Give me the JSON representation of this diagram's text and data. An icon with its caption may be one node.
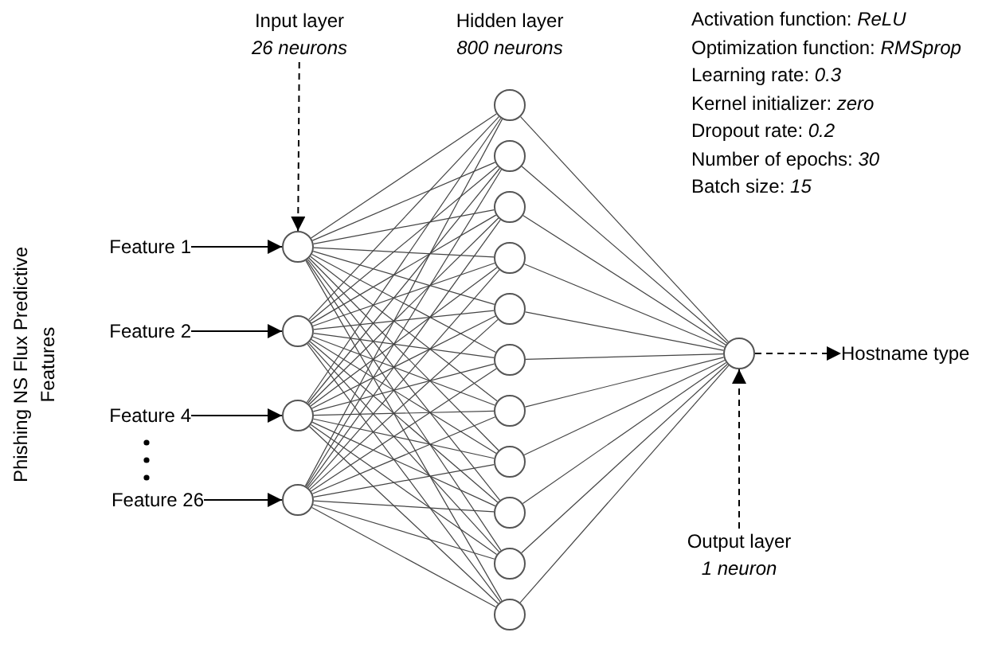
{
  "diagram": {
    "nodes": [
      {
        "text": [
          "Feature 1"
        ]
      },
      {
        "text": [
          "Feature 2"
        ]
      },
      {
        "text": [
          "Feature 4"
        ]
      },
      {
        "text": [
          "Feature 26"
        ]
      },
      {
        "text": [],
        "shape": "circle"
      },
      {
        "text": [],
        "shape": "circle"
      },
      {
        "text": [],
        "shape": "circle"
      },
      {
        "text": [],
        "shape": "circle"
      },
      {
        "text": [],
        "shape": "circle"
      },
      {
        "text": [],
        "shape": "circle"
      },
      {
        "text": [],
        "shape": "circle"
      },
      {
        "text": [],
        "shape": "circle"
      },
      {
        "text": [],
        "shape": "circle"
      },
      {
        "text": [],
        "shape": "circle"
      },
      {
        "text": [],
        "shape": "circle"
      },
      {
        "text": [],
        "shape": "circle"
      },
      {
        "text": [],
        "shape": "circle"
      },
      {
        "text": [],
        "shape": "circle"
      },
      {
        "text": [],
        "shape": "circle"
      },
      {
        "text": [],
        "shape": "circle"
      },
      {
        "text": [
          "Hostname type"
        ]
      },
      {
        "text": [
          "Input layer",
          "26 neurons"
        ]
      },
      {
        "text": [
          "Output layer",
          "1 neuron"
        ]
      }
    ],
    "edges": [
      {
        "from": 0,
        "to": 4,
        "arrow": "to"
      },
      {
        "from": 1,
        "to": 5,
        "arrow": "to"
      },
      {
        "from": 2,
        "to": 6,
        "arrow": "to"
      },
      {
        "from": 3,
        "to": 7,
        "arrow": "to"
      },
      {
        "from": 4,
        "to": 8,
        "arrow": "none"
      },
      {
        "from": 4,
        "to": 9,
        "arrow": "none"
      },
      {
        "from": 4,
        "to": 10,
        "arrow": "none"
      },
      {
        "from": 4,
        "to": 11,
        "arrow": "none"
      },
      {
        "from": 4,
        "to": 12,
        "arrow": "none"
      },
      {
        "from": 4,
        "to": 13,
        "arrow": "none"
      },
      {
        "from": 4,
        "to": 14,
        "arrow": "none"
      },
      {
        "from": 4,
        "to": 15,
        "arrow": "none"
      },
      {
        "from": 4,
        "to": 16,
        "arrow": "none"
      },
      {
        "from": 4,
        "to": 17,
        "arrow": "none"
      },
      {
        "from": 4,
        "to": 18,
        "arrow": "none"
      },
      {
        "from": 5,
        "to": 8,
        "arrow": "none"
      },
      {
        "from": 5,
        "to": 9,
        "arrow": "none"
      },
      {
        "from": 5,
        "to": 10,
        "arrow": "none"
      },
      {
        "from": 5,
        "to": 11,
        "arrow": "none"
      },
      {
        "from": 5,
        "to": 12,
        "arrow": "none"
      },
      {
        "from": 5,
        "to": 13,
        "arrow": "none"
      },
      {
        "from": 5,
        "to": 14,
        "arrow": "none"
      },
      {
        "from": 5,
        "to": 15,
        "arrow": "none"
      },
      {
        "from": 5,
        "to": 16,
        "arrow": "none"
      },
      {
        "from": 5,
        "to": 17,
        "arrow": "none"
      },
      {
        "from": 5,
        "to": 18,
        "arrow": "none"
      },
      {
        "from": 6,
        "to": 8,
        "arrow": "none"
      },
      {
        "from": 6,
        "to": 9,
        "arrow": "none"
      },
      {
        "from": 6,
        "to": 10,
        "arrow": "none"
      },
      {
        "from": 6,
        "to": 11,
        "arrow": "none"
      },
      {
        "from": 6,
        "to": 12,
        "arrow": "none"
      },
      {
        "from": 6,
        "to": 13,
        "arrow": "none"
      },
      {
        "from": 6,
        "to": 14,
        "arrow": "none"
      },
      {
        "from": 6,
        "to": 15,
        "arrow": "none"
      },
      {
        "from": 6,
        "to": 16,
        "arrow": "none"
      },
      {
        "from": 6,
        "to": 17,
        "arrow": "none"
      },
      {
        "from": 6,
        "to": 18,
        "arrow": "none"
      },
      {
        "from": 7,
        "to": 8,
        "arrow": "none"
      },
      {
        "from": 7,
        "to": 9,
        "arrow": "none"
      },
      {
        "from": 7,
        "to": 10,
        "arrow": "none"
      },
      {
        "from": 7,
        "to": 11,
        "arrow": "none"
      },
      {
        "from": 7,
        "to": 12,
        "arrow": "none"
      },
      {
        "from": 7,
        "to": 13,
        "arrow": "none"
      },
      {
        "from": 7,
        "to": 14,
        "arrow": "none"
      },
      {
        "from": 7,
        "to": 15,
        "arrow": "none"
      },
      {
        "from": 7,
        "to": 16,
        "arrow": "none"
      },
      {
        "from": 7,
        "to": 17,
        "arrow": "none"
      },
      {
        "from": 7,
        "to": 18,
        "arrow": "none"
      },
      {
        "from": 8,
        "to": 19,
        "arrow": "none"
      },
      {
        "from": 9,
        "to": 19,
        "arrow": "none"
      },
      {
        "from": 10,
        "to": 19,
        "arrow": "none"
      },
      {
        "from": 11,
        "to": 19,
        "arrow": "none"
      },
      {
        "from": 12,
        "to": 19,
        "arrow": "none"
      },
      {
        "from": 13,
        "to": 19,
        "arrow": "none"
      },
      {
        "from": 14,
        "to": 19,
        "arrow": "none"
      },
      {
        "from": 15,
        "to": 19,
        "arrow": "none"
      },
      {
        "from": 16,
        "to": 19,
        "arrow": "none"
      },
      {
        "from": 17,
        "to": 19,
        "arrow": "none"
      },
      {
        "from": 18,
        "to": 19,
        "arrow": "none"
      },
      {
        "from": 19,
        "to": 20,
        "arrow": "to",
        "style": "dashed"
      },
      {
        "from": 21,
        "to": 4,
        "arrow": "to",
        "style": "dashed"
      },
      {
        "from": 22,
        "to": 19,
        "arrow": "to",
        "style": "dashed"
      }
    ],
    "labels": [
      "Hidden layer",
      "800 neurons",
      "Activation function: *ReLU*",
      "Optimization function: *RMSprop*",
      "Learning rate: *0.3*",
      "Kernel initializer: *zero*",
      "Dropout rate: *0.2*",
      "Number of epochs: *30*",
      "Batch size: *15*",
      "Phishing NS Flux Predictive Features"
    ]
  }
}
